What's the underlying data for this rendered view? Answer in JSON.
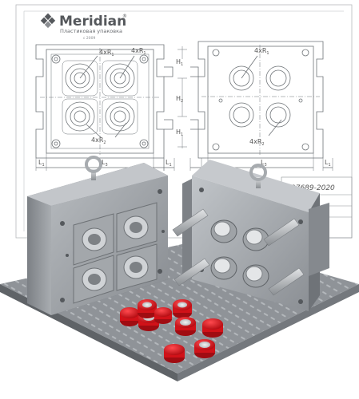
{
  "logo": {
    "name": "Meridian",
    "registered": "®",
    "tagline": "Пластиковая упаковка",
    "since": "с 2009",
    "brand_color": "#55585c"
  },
  "drawing": {
    "left_view": {
      "cavity_label": "4xR",
      "cavity_sub_a": "1",
      "cavity_label_b": "4xR",
      "cavity_sub_b": "1",
      "lower_label": "4xR",
      "lower_sub": "2",
      "width_label": "L",
      "width_sub": "3",
      "edge_label": "L",
      "edge_sub": "1",
      "edge_label_right": "L",
      "edge_sub_right": "1"
    },
    "right_view": {
      "cavity_label": "4xR",
      "cavity_sub": "1",
      "lower_label": "4xR",
      "lower_sub": "2",
      "width_label": "L",
      "width_sub": "3",
      "edge_label": "L",
      "edge_sub": "1"
    },
    "heights": [
      {
        "label": "H",
        "sub": "1"
      },
      {
        "label": "H",
        "sub": "2"
      },
      {
        "label": "H",
        "sub": "1"
      }
    ],
    "stamp_number": "27689-2020",
    "line_color": "#6f7478"
  },
  "render": {
    "cap_color": "#e0141c",
    "steel_color": "#9a9ea3",
    "plate_color": "#8d9196"
  }
}
